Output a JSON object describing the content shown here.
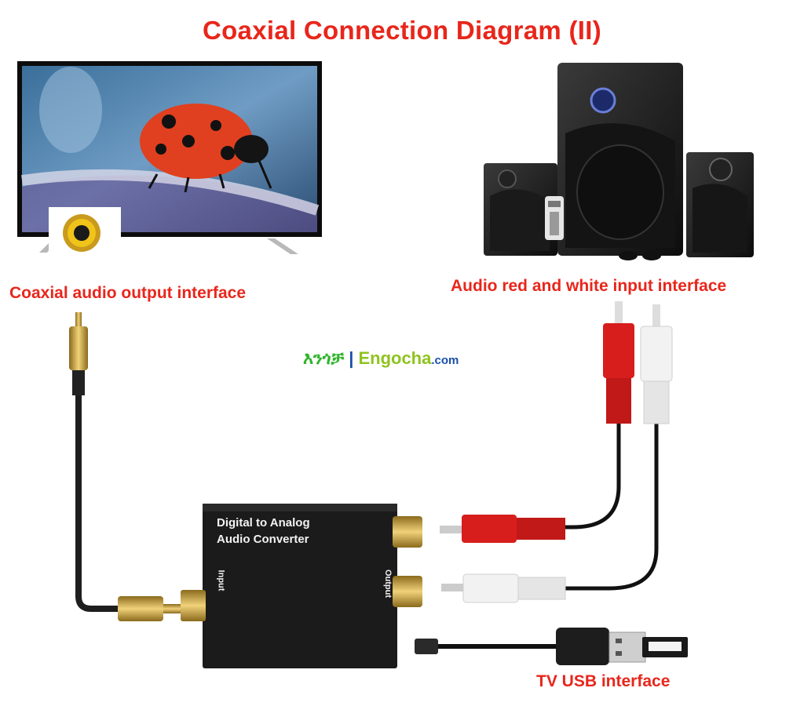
{
  "title": "Coaxial Connection Diagram (II)",
  "labels": {
    "coaxial_output": "Coaxial audio output interface",
    "rca_input": "Audio red and white input interface",
    "usb": "TV USB interface"
  },
  "device": {
    "line1": "Digital to Analog",
    "line2": "Audio Converter",
    "port_input": "Input",
    "port_output": "Output"
  },
  "watermark": {
    "amharic": "እንጎቻ",
    "separator": "|",
    "brand": "Engocha",
    "domain": ".com"
  },
  "colors": {
    "label_red": "#e8261b",
    "rca_red": "#d81d1d",
    "rca_white": "#f2f2f2",
    "gold": "#c9a23a",
    "device_black": "#1b1b1b"
  }
}
